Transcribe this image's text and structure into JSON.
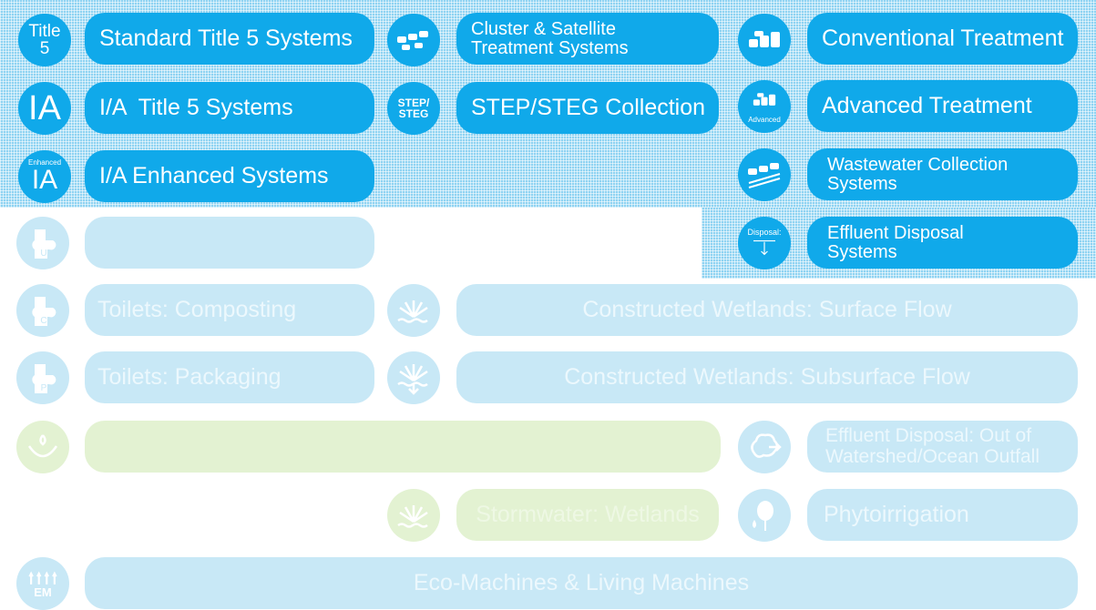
{
  "colors": {
    "dark": "#10a9ea",
    "light": "#c8e8f6",
    "green": "#e3f2d2"
  },
  "icons": {
    "title5": "Title\n5",
    "ia": "IA",
    "enhanced_small": "Enhanced",
    "enhanced_big": "IA",
    "step": "STEP/\nSTEG",
    "advanced": "Advanced",
    "disposal": "Disposal:",
    "toilet_u": "U",
    "toilet_c": "C",
    "toilet_p": "P",
    "em": "EM"
  },
  "labels": {
    "standard_title5": "Standard Title 5 Systems",
    "ia_title5": "I/A  Title 5 Systems",
    "ia_enhanced": "I/A Enhanced Systems",
    "cluster": "Cluster & Satellite\nTreatment Systems",
    "step_steg": "STEP/STEG Collection",
    "conventional": "Conventional Treatment",
    "advanced": "Advanced Treatment",
    "wastewater": "Wastewater Collection\nSystems",
    "effluent": "Effluent Disposal\nSystems",
    "toilets_composting": "Toilets: Composting",
    "toilets_packaging": "Toilets: Packaging",
    "wetlands_surface": "Constructed Wetlands: Surface Flow",
    "wetlands_subsurface": "Constructed Wetlands: Subsurface Flow",
    "effluent_out": "Effluent Disposal: Out of\nWatershed/Ocean Outfall",
    "stormwater_wetlands": "Stormwater: Wetlands",
    "phytoirrigation": "Phytoirrigation",
    "eco_machines": "Eco-Machines & Living Machines"
  }
}
